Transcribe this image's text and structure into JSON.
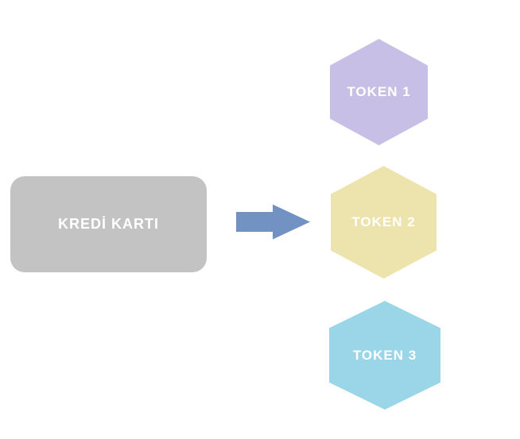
{
  "diagram": {
    "background_color": "#ffffff",
    "text_color": "#ffffff",
    "card": {
      "label": "KREDİ KARTI",
      "color": "#c3c3c3"
    },
    "arrow": {
      "direction": "right",
      "color": "#7292c3"
    },
    "tokens": [
      {
        "label": "TOKEN 1",
        "color": "#c7bfe5"
      },
      {
        "label": "TOKEN 2",
        "color": "#ece3ad"
      },
      {
        "label": "TOKEN 3",
        "color": "#9ad6e8"
      }
    ]
  }
}
